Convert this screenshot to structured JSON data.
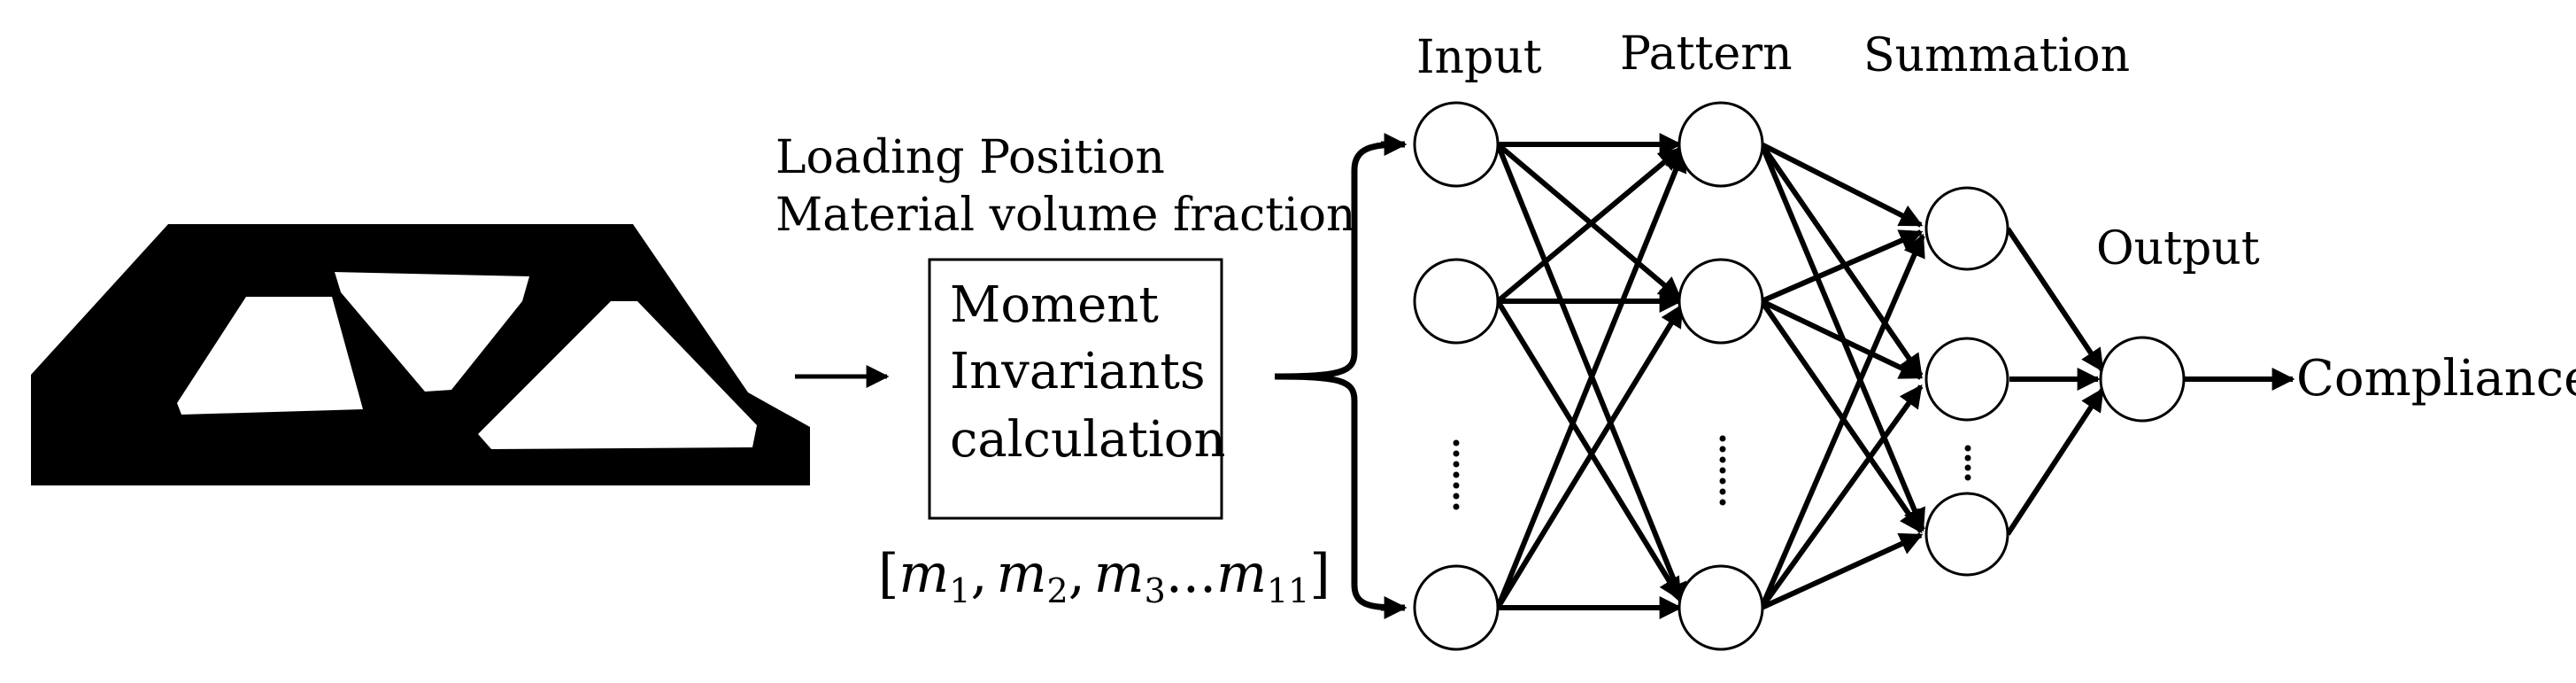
{
  "left_inputs": {
    "line1": "Loading Position",
    "line2": "Material volume fraction"
  },
  "process_box": {
    "line1": "Moment",
    "line2": "Invariants",
    "line3": "calculation"
  },
  "moment_vector": {
    "open": "[",
    "m1": "m",
    "s1": "1",
    "m2": "m",
    "s2": "2",
    "m3": "m",
    "s3": "3",
    "dots": "...",
    "m11": "m",
    "s11": "11",
    "close": "]",
    "comma": ","
  },
  "layers": {
    "input": "Input",
    "pattern": "Pattern",
    "summation": "Summation",
    "output": "Output"
  },
  "result": "Compliance"
}
